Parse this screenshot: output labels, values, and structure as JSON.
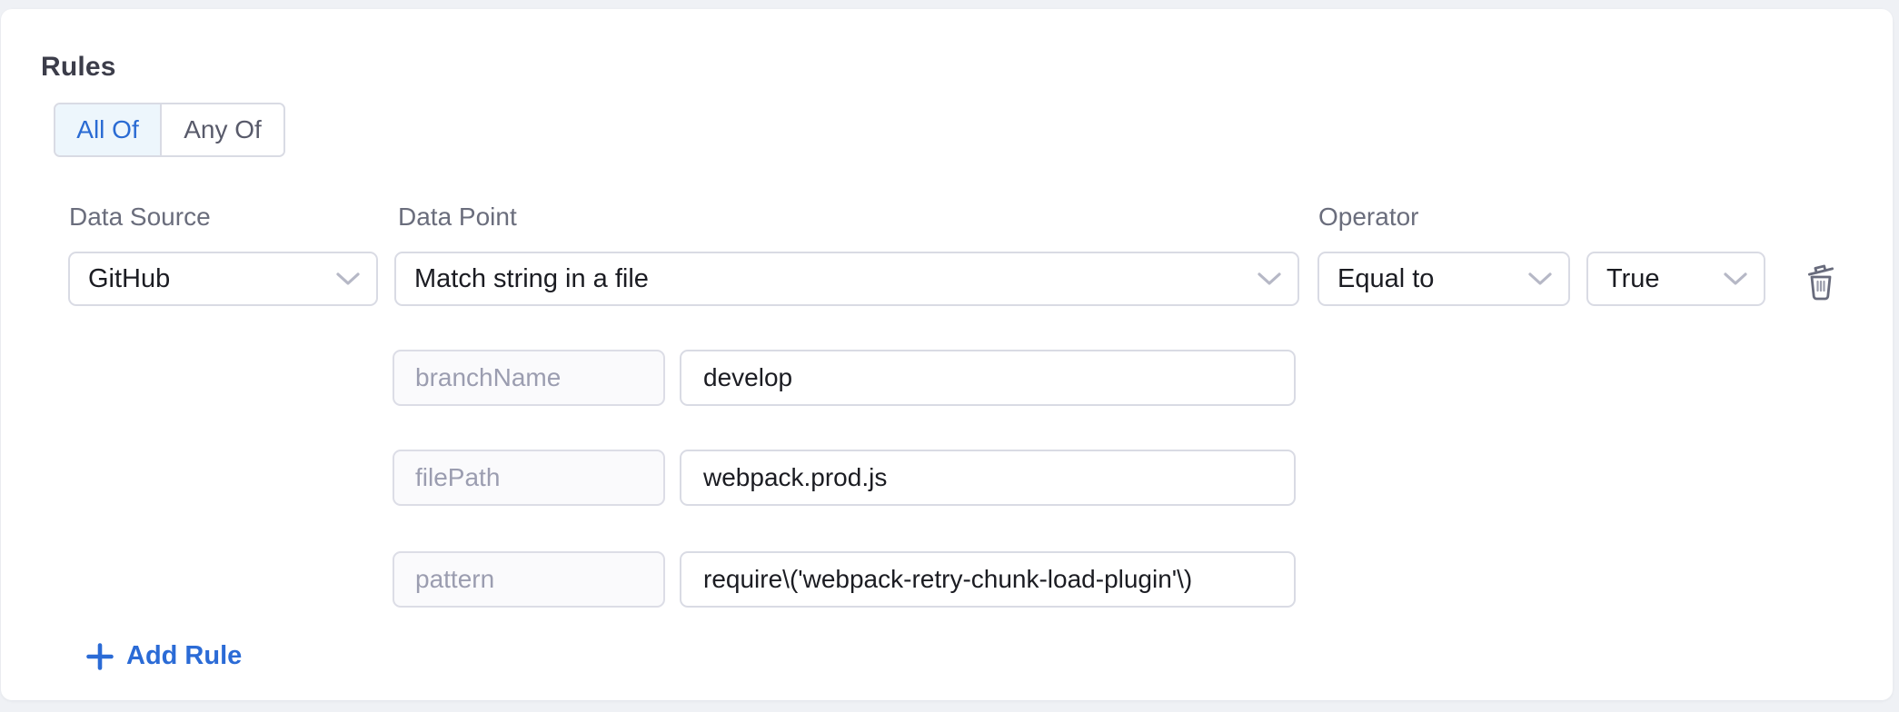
{
  "heading": "Rules",
  "match_mode": {
    "all_of_label": "All Of",
    "any_of_label": "Any Of",
    "selected": "All Of"
  },
  "rule": {
    "data_source_label": "Data Source",
    "data_source_value": "GitHub",
    "data_point_label": "Data Point",
    "data_point_value": "Match string in a file",
    "operator_label": "Operator",
    "operator_value": "Equal to",
    "comparison_value": "True",
    "params": [
      {
        "key": "branchName",
        "value": "develop"
      },
      {
        "key": "filePath",
        "value": "webpack.prod.js"
      },
      {
        "key": "pattern",
        "value": "require\\('webpack-retry-chunk-load-plugin'\\)"
      }
    ]
  },
  "add_rule": {
    "label": "Add Rule"
  },
  "icons": {
    "chevron": "chevron-down-icon",
    "trash": "trash-icon",
    "plus": "plus-icon"
  },
  "colors": {
    "accent_blue": "#2b6bd6",
    "selected_segment_bg": "#edf6fc",
    "selected_segment_text": "#2a6bd3",
    "border": "#d9dbe4",
    "label_gray": "#6a6d7c",
    "placeholder_gray": "#9b9db0",
    "text_dark": "#1b1c22",
    "icon_gray": "#686b7c",
    "page_bg": "#eff1f5",
    "card_bg": "#ffffff"
  }
}
